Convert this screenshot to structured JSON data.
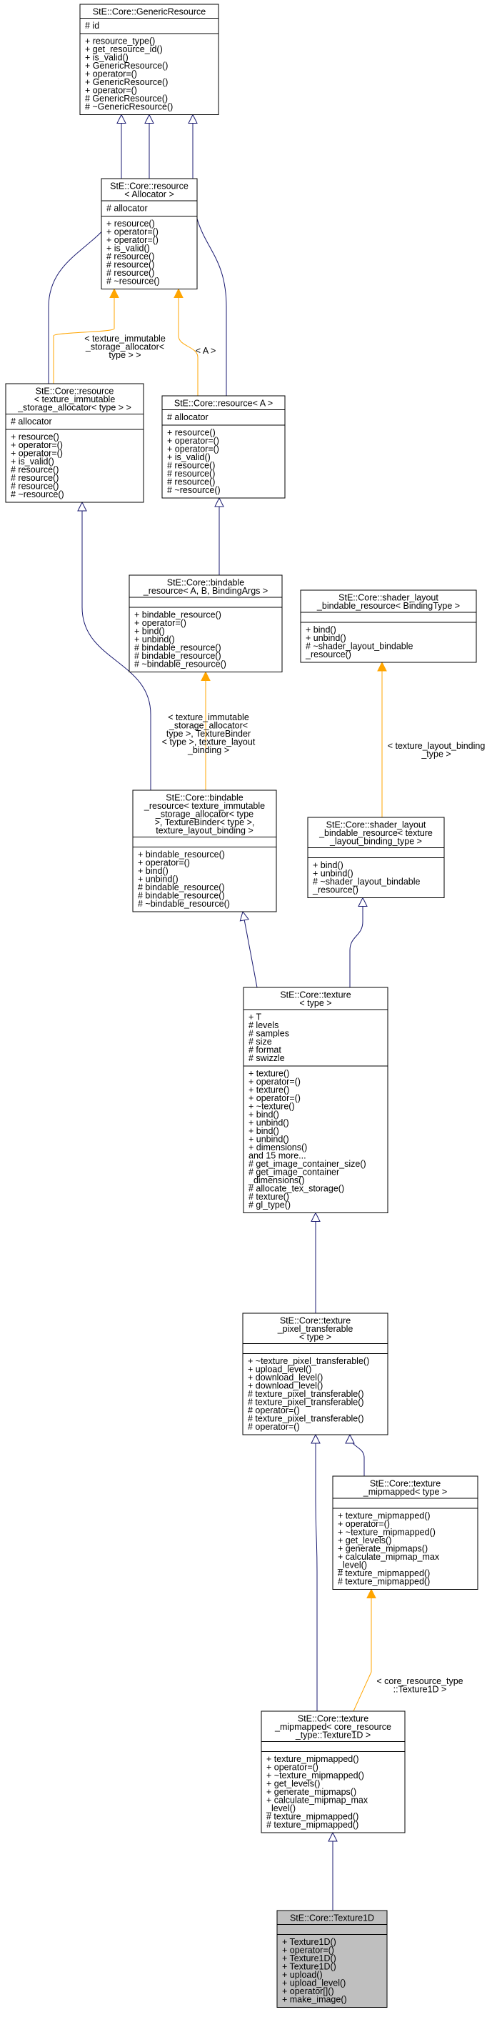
{
  "diagram": {
    "colors": {
      "inheritance_edge": "#191970",
      "template_edge": "#ffa500",
      "highlight_fill": "#bfbfbf",
      "box_fill": "#ffffff"
    },
    "nodes": [
      {
        "id": "generic_resource",
        "title": [
          "StE::Core::GenericResource"
        ],
        "attributes": [
          "# id"
        ],
        "methods": [
          "+ resource_type()",
          "+ get_resource_id()",
          "+ is_valid()",
          "+ GenericResource()",
          "+ operator=()",
          "+ GenericResource()",
          "+ operator=()",
          "# GenericResource()",
          "# ~GenericResource()"
        ]
      },
      {
        "id": "resource_allocator",
        "title": [
          "StE::Core::resource",
          "< Allocator >"
        ],
        "attributes": [
          "# allocator"
        ],
        "methods": [
          "+ resource()",
          "+ operator=()",
          "+ operator=()",
          "+ is_valid()",
          "# resource()",
          "# resource()",
          "# resource()",
          "# ~resource()"
        ]
      },
      {
        "id": "resource_tex_immutable",
        "title": [
          "StE::Core::resource",
          "< texture_immutable",
          "_storage_allocator< type > >"
        ],
        "attributes": [
          "# allocator"
        ],
        "methods": [
          "+ resource()",
          "+ operator=()",
          "+ operator=()",
          "+ is_valid()",
          "# resource()",
          "# resource()",
          "# resource()",
          "# ~resource()"
        ]
      },
      {
        "id": "resource_a",
        "title": [
          "StE::Core::resource< A >"
        ],
        "attributes": [
          "# allocator"
        ],
        "methods": [
          "+ resource()",
          "+ operator=()",
          "+ operator=()",
          "+ is_valid()",
          "# resource()",
          "# resource()",
          "# resource()",
          "# ~resource()"
        ]
      },
      {
        "id": "bindable_resource_generic",
        "title": [
          "StE::Core::bindable",
          "_resource< A, B, BindingArgs >"
        ],
        "attributes": [],
        "methods": [
          "+ bindable_resource()",
          "+ operator=()",
          "+ bind()",
          "+ unbind()",
          "# bindable_resource()",
          "# bindable_resource()",
          "# ~bindable_resource()"
        ]
      },
      {
        "id": "shader_layout_generic",
        "title": [
          "StE::Core::shader_layout",
          "_bindable_resource< BindingType >"
        ],
        "attributes": [],
        "methods": [
          "+ bind()",
          "+ unbind()",
          "# ~shader_layout_bindable",
          "_resource()"
        ]
      },
      {
        "id": "bindable_resource_tex",
        "title": [
          "StE::Core::bindable",
          "_resource< texture_immutable",
          "_storage_allocator< type",
          ">, TextureBinder< type >,",
          "texture_layout_binding >"
        ],
        "attributes": [],
        "methods": [
          "+ bindable_resource()",
          "+ operator=()",
          "+ bind()",
          "+ unbind()",
          "# bindable_resource()",
          "# bindable_resource()",
          "# ~bindable_resource()"
        ]
      },
      {
        "id": "shader_layout_tex",
        "title": [
          "StE::Core::shader_layout",
          "_bindable_resource< texture",
          "_layout_binding_type >"
        ],
        "attributes": [],
        "methods": [
          "+ bind()",
          "+ unbind()",
          "# ~shader_layout_bindable",
          "_resource()"
        ]
      },
      {
        "id": "texture_type",
        "title": [
          "StE::Core::texture",
          "< type >"
        ],
        "attributes": [
          "+ T",
          "# levels",
          "# samples",
          "# size",
          "# format",
          "# swizzle"
        ],
        "methods": [
          "+ texture()",
          "+ operator=()",
          "+ texture()",
          "+ operator=()",
          "+ ~texture()",
          "+ bind()",
          "+ unbind()",
          "+ bind()",
          "+ unbind()",
          "+ dimensions()",
          "and 15 more...",
          "# get_image_container_size()",
          "# get_image_container",
          "_dimensions()",
          "# allocate_tex_storage()",
          "# texture()",
          "# gl_type()"
        ]
      },
      {
        "id": "texture_pixel_transferable",
        "title": [
          "StE::Core::texture",
          "_pixel_transferable",
          "< type >"
        ],
        "attributes": [],
        "methods": [
          "+ ~texture_pixel_transferable()",
          "+ upload_level()",
          "+ download_level()",
          "+ download_level()",
          "# texture_pixel_transferable()",
          "# texture_pixel_transferable()",
          "# operator=()",
          "# texture_pixel_transferable()",
          "# operator=()"
        ]
      },
      {
        "id": "texture_mipmapped_type",
        "title": [
          "StE::Core::texture",
          "_mipmapped< type >"
        ],
        "attributes": [],
        "methods": [
          "+ texture_mipmapped()",
          "+ operator=()",
          "+ ~texture_mipmapped()",
          "+ get_levels()",
          "+ generate_mipmaps()",
          "+ calculate_mipmap_max",
          "_level()",
          "# texture_mipmapped()",
          "# texture_mipmapped()"
        ]
      },
      {
        "id": "texture_mipmapped_1d",
        "title": [
          "StE::Core::texture",
          "_mipmapped< core_resource",
          "_type::Texture1D >"
        ],
        "attributes": [],
        "methods": [
          "+ texture_mipmapped()",
          "+ operator=()",
          "+ ~texture_mipmapped()",
          "+ get_levels()",
          "+ generate_mipmaps()",
          "+ calculate_mipmap_max",
          "_level()",
          "# texture_mipmapped()",
          "# texture_mipmapped()"
        ]
      },
      {
        "id": "texture1d",
        "title": [
          "StE::Core::Texture1D"
        ],
        "attributes": [],
        "methods": [
          "+ Texture1D()",
          "+ operator=()",
          "+ Texture1D()",
          "+ Texture1D()",
          "+ upload()",
          "+ upload_level()",
          "+ operator[]()",
          "+ make_image()"
        ]
      }
    ],
    "edge_labels": [
      {
        "id": "lbl_tex_immutable_alloc",
        "lines": [
          "< texture_immutable",
          "_storage_allocator<",
          "type > >"
        ]
      },
      {
        "id": "lbl_a",
        "lines": [
          "< A >"
        ]
      },
      {
        "id": "lbl_bindable_args",
        "lines": [
          "< texture_immutable",
          "_storage_allocator<",
          "type >, TextureBinder",
          "< type >, texture_layout",
          "_binding >"
        ]
      },
      {
        "id": "lbl_layout_binding_type",
        "lines": [
          "< texture_layout_binding",
          "_type >"
        ]
      },
      {
        "id": "lbl_core_resource_type",
        "lines": [
          "< core_resource_type",
          "::Texture1D >"
        ]
      }
    ]
  }
}
